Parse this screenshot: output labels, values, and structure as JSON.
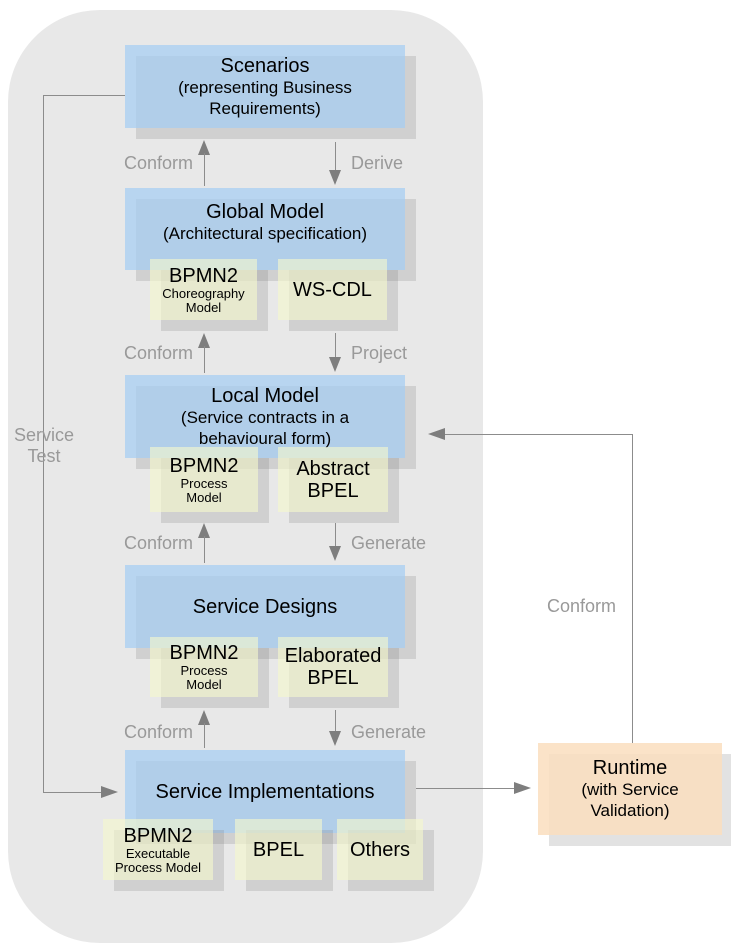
{
  "palette": {
    "page_bg": "#ffffff",
    "panel_bg": "#e8e8e8",
    "blue_box": "rgba(165,205,243,0.72)",
    "yellow_box": "rgba(245,248,205,0.62)",
    "orange_box": "rgba(250,222,190,0.85)",
    "box_shadow": "rgba(125,125,125,0.22)",
    "arrow_line": "#8c8c8c",
    "arrow_head": "#7e7e7e",
    "edge_label_text": "#999999",
    "box_text": "#000000"
  },
  "boxes": {
    "scenarios": {
      "line1": "Scenarios",
      "line2": "(representing Business",
      "line3": "Requirements)"
    },
    "global_model": {
      "line1": "Global Model",
      "line2": "(Architectural specification)"
    },
    "gm_bpmn2": {
      "title": "BPMN2",
      "sub1": "Choreography",
      "sub2": "Model"
    },
    "gm_wscdl": {
      "title": "WS-CDL"
    },
    "local_model": {
      "line1": "Local Model",
      "line2": "(Service contracts in a",
      "line3": "behavioural form)"
    },
    "lm_bpmn2": {
      "title": "BPMN2",
      "sub1": "Process",
      "sub2": "Model"
    },
    "lm_abstract_bpel": {
      "line1": "Abstract",
      "line2": "BPEL"
    },
    "service_designs": {
      "line1": "Service Designs"
    },
    "sd_bpmn2": {
      "title": "BPMN2",
      "sub1": "Process",
      "sub2": "Model"
    },
    "sd_elaborated_bpel": {
      "line1": "Elaborated",
      "line2": "BPEL"
    },
    "service_implementations": {
      "line1": "Service Implementations"
    },
    "si_bpmn2": {
      "title": "BPMN2",
      "sub1": "Executable",
      "sub2": "Process Model"
    },
    "si_bpel": {
      "title": "BPEL"
    },
    "si_others": {
      "title": "Others"
    },
    "runtime": {
      "line1": "Runtime",
      "line2": "(with Service",
      "line3": "Validation)"
    }
  },
  "edge_labels": {
    "conform_1": "Conform",
    "derive": "Derive",
    "conform_2": "Conform",
    "project": "Project",
    "conform_3": "Conform",
    "generate_1": "Generate",
    "conform_4": "Conform",
    "generate_2": "Generate",
    "conform_runtime": "Conform",
    "service_test_line1": "Service",
    "service_test_line2": "Test"
  }
}
